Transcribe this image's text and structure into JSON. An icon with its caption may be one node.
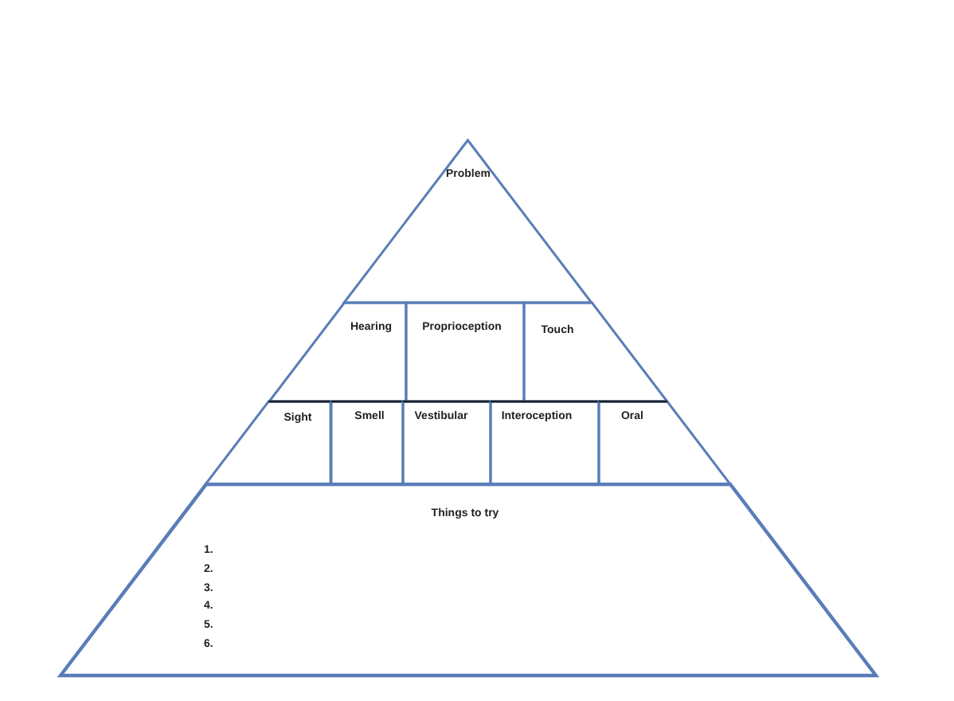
{
  "diagram": {
    "nodes": [
      {
        "text": [
          "Problem"
        ]
      },
      {
        "text": [
          "Hearing"
        ]
      },
      {
        "text": [
          "Proprioception"
        ]
      },
      {
        "text": [
          "Touch"
        ]
      },
      {
        "text": [
          "Sight"
        ]
      },
      {
        "text": [
          "Smell"
        ]
      },
      {
        "text": [
          "Vestibular"
        ]
      },
      {
        "text": [
          "Interoception"
        ]
      },
      {
        "text": [
          "Oral"
        ]
      },
      {
        "text": [
          "Things to try",
          "1.",
          "2.",
          "3.",
          "4.",
          "5.",
          "6."
        ]
      }
    ]
  }
}
